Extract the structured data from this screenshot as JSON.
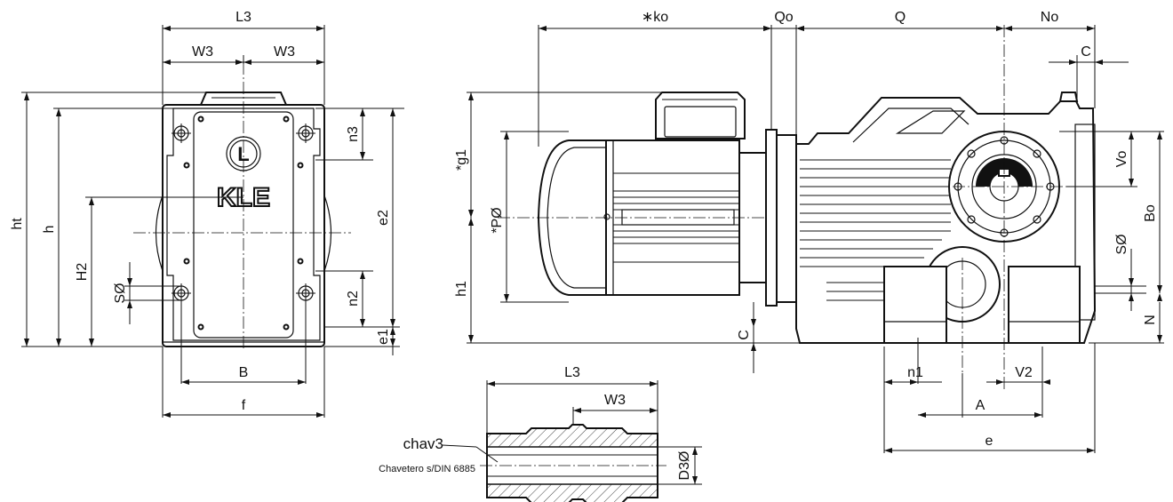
{
  "front_view": {
    "brand": "KLE",
    "logo_letter": "L",
    "labels": {
      "L3": "L3",
      "W3_left": "W3",
      "W3_right": "W3",
      "n3": "n3",
      "e2": "e2",
      "n2": "n2",
      "e1": "e1",
      "ht": "ht",
      "h": "h",
      "H2": "H2",
      "S": "SØ",
      "B": "B",
      "f": "f"
    }
  },
  "side_view": {
    "labels": {
      "ko": "∗ko",
      "Qo": "Qo",
      "Q": "Q",
      "No": "No",
      "C_top": "C",
      "g1": "*g1",
      "P": "*PØ",
      "h1": "h1",
      "C_bottom": "C",
      "Vo": "Vo",
      "Bo": "Bo",
      "S": "SØ",
      "N": "N",
      "n1": "n1",
      "V2": "V2",
      "A": "A",
      "e": "e"
    }
  },
  "shaft_view": {
    "labels": {
      "L3": "L3",
      "W3": "W3",
      "D3": "D3Ø",
      "chav3": "chav3",
      "keyway_note": "Chavetero s/DIN 6885"
    }
  }
}
